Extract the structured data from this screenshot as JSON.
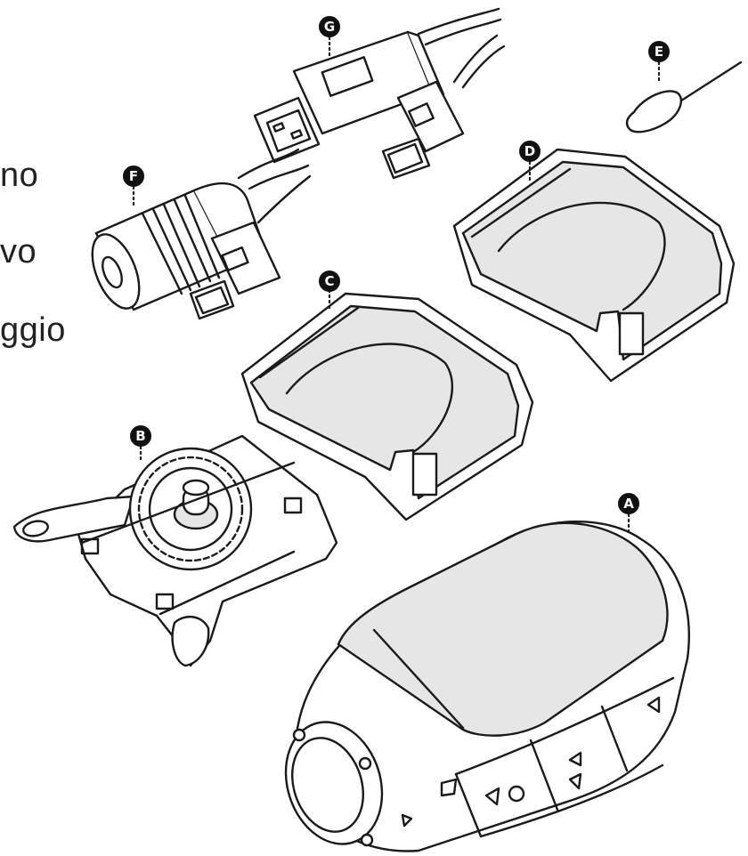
{
  "side_text": [
    "no",
    "vo",
    "ggio"
  ],
  "callouts": [
    {
      "id": "A",
      "label": "A",
      "part": "camera-body"
    },
    {
      "id": "B",
      "label": "B",
      "part": "rotating-mount"
    },
    {
      "id": "C",
      "label": "C",
      "part": "protective-cover-small"
    },
    {
      "id": "D",
      "label": "D",
      "part": "protective-cover-large"
    },
    {
      "id": "E",
      "label": "E",
      "part": "eject-pin"
    },
    {
      "id": "F",
      "label": "F",
      "part": "audio-adapter-cable"
    },
    {
      "id": "G",
      "label": "G",
      "part": "usb-cable"
    }
  ],
  "colors": {
    "stroke": "#1a1a1a",
    "fill": "#ffffff",
    "shade": "#e6e6e6",
    "badge": "#111111",
    "badge_text": "#ffffff"
  }
}
